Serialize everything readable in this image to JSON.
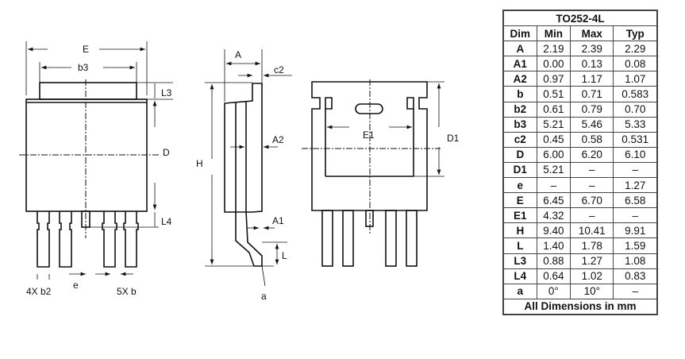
{
  "labels": {
    "E": "E",
    "b3": "b3",
    "L3": "L3",
    "D": "D",
    "L4": "L4",
    "b2": "4X b2",
    "e": "e",
    "b": "5X b",
    "A": "A",
    "c2": "c2",
    "A2": "A2",
    "H": "H",
    "A1": "A1",
    "L": "L",
    "a": "a",
    "E1": "E1",
    "D1": "D1"
  },
  "table": {
    "title": "TO252-4L",
    "headers": [
      "Dim",
      "Min",
      "Max",
      "Typ"
    ],
    "rows": [
      [
        "A",
        "2.19",
        "2.39",
        "2.29"
      ],
      [
        "A1",
        "0.00",
        "0.13",
        "0.08"
      ],
      [
        "A2",
        "0.97",
        "1.17",
        "1.07"
      ],
      [
        "b",
        "0.51",
        "0.71",
        "0.583"
      ],
      [
        "b2",
        "0.61",
        "0.79",
        "0.70"
      ],
      [
        "b3",
        "5.21",
        "5.46",
        "5.33"
      ],
      [
        "c2",
        "0.45",
        "0.58",
        "0.531"
      ],
      [
        "D",
        "6.00",
        "6.20",
        "6.10"
      ],
      [
        "D1",
        "5.21",
        "–",
        "–"
      ],
      [
        "e",
        "–",
        "–",
        "1.27"
      ],
      [
        "E",
        "6.45",
        "6.70",
        "6.58"
      ],
      [
        "E1",
        "4.32",
        "–",
        "–"
      ],
      [
        "H",
        "9.40",
        "10.41",
        "9.91"
      ],
      [
        "L",
        "1.40",
        "1.78",
        "1.59"
      ],
      [
        "L3",
        "0.88",
        "1.27",
        "1.08"
      ],
      [
        "L4",
        "0.64",
        "1.02",
        "0.83"
      ],
      [
        "a",
        "0°",
        "10°",
        "–"
      ]
    ],
    "footer": "All Dimensions in mm"
  }
}
